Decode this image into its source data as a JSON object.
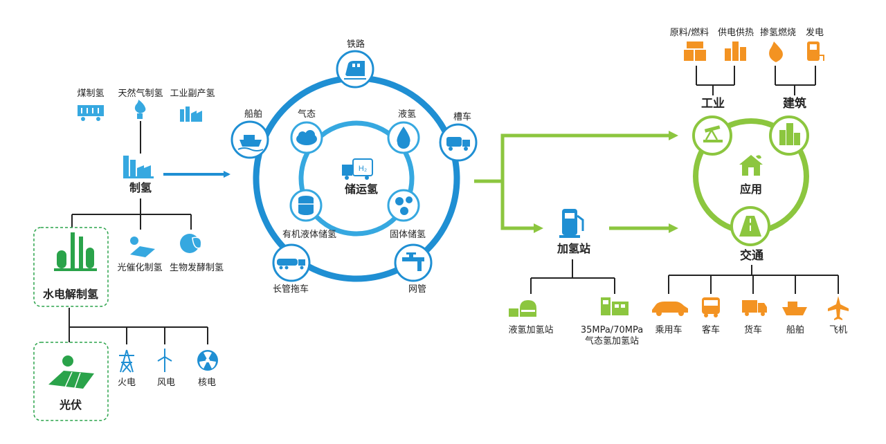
{
  "colors": {
    "blue": "#1f8fd3",
    "light_blue": "#36a8e0",
    "green": "#8cc63f",
    "dark_green": "#2aa34a",
    "orange": "#f39322",
    "line": "#222222"
  },
  "production": {
    "top_sources": [
      "煤制氢",
      "天然气制氢",
      "工业副产氢"
    ],
    "title": "制氢",
    "methods": [
      "光催化制氢",
      "生物发酵制氢"
    ],
    "electrolysis": "水电解制氢",
    "pv": "光伏",
    "power_sources": [
      "火电",
      "风电",
      "核电"
    ]
  },
  "storage": {
    "title": "储运氢",
    "outer": [
      "铁路",
      "船舶",
      "槽车",
      "长管拖车",
      "网管"
    ],
    "inner": [
      "气态",
      "液氢",
      "有机液体储氢",
      "固体储氢"
    ]
  },
  "station": {
    "title": "加氢站",
    "types": [
      "液氢加氢站",
      "35MPa/70MPa",
      "气态氢加氢站"
    ]
  },
  "application": {
    "title": "应用",
    "industry": "工业",
    "building": "建筑",
    "transport": "交通",
    "top_items": [
      "原料/燃料",
      "供电供热",
      "掺氢燃烧",
      "发电"
    ],
    "vehicles": [
      "乘用车",
      "客车",
      "货车",
      "船舶",
      "飞机"
    ]
  },
  "icons": [
    "coal-train-icon",
    "gas-flame-icon",
    "factory-icon",
    "hydrogen-plant-icon",
    "electrolysis-plant-icon",
    "solar-catalysis-icon",
    "bio-leaf-icon",
    "solar-panel-icon",
    "power-tower-icon",
    "wind-turbine-icon",
    "nuclear-icon",
    "train-icon",
    "ship-icon",
    "tank-truck-icon",
    "tube-trailer-icon",
    "pipeline-icon",
    "gas-cloud-icon",
    "liquid-drop-icon",
    "oil-barrel-icon",
    "molecule-icon",
    "h2-truck-icon",
    "fuel-pump-icon",
    "lh2-station-icon",
    "gas-station-icon",
    "oil-pump-icon",
    "buildings-icon",
    "house-icon",
    "road-icon",
    "raw-material-icon",
    "heat-supply-icon",
    "fire-icon",
    "generator-icon",
    "car-icon",
    "bus-icon",
    "truck-icon",
    "boat-icon",
    "airplane-icon"
  ]
}
